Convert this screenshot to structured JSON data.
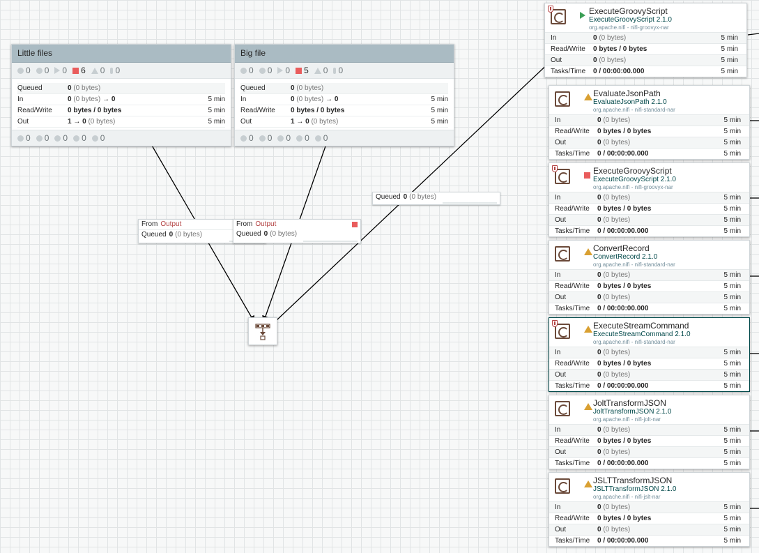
{
  "colors": {
    "accent": "#004849",
    "stopped": "#e95c5c",
    "running": "#3b9f56",
    "warning": "#d9a032"
  },
  "process_groups": [
    {
      "name": "Little files",
      "stats": {
        "transmitting": "0",
        "not_transmitting": "0",
        "running": "0",
        "stopped": "6",
        "invalid": "0",
        "disabled": "0"
      },
      "queued": {
        "label": "Queued",
        "count": "0",
        "size": "(0 bytes)"
      },
      "in": {
        "label": "In",
        "count": "0",
        "size": "(0 bytes)",
        "arrow": "→",
        "ports": "0",
        "time": "5 min"
      },
      "rw": {
        "label": "Read/Write",
        "value": "0 bytes / 0 bytes",
        "time": "5 min"
      },
      "out": {
        "label": "Out",
        "count": "1",
        "arrow": "→",
        "ports": "0",
        "size": "(0 bytes)",
        "time": "5 min"
      },
      "versions": {
        "up_to_date": "0",
        "locally_modified": "0",
        "stale": "0",
        "modified_stale": "0",
        "sync_failure": "0"
      }
    },
    {
      "name": "Big file",
      "stats": {
        "transmitting": "0",
        "not_transmitting": "0",
        "running": "0",
        "stopped": "5",
        "invalid": "0",
        "disabled": "0"
      },
      "queued": {
        "label": "Queued",
        "count": "0",
        "size": "(0 bytes)"
      },
      "in": {
        "label": "In",
        "count": "0",
        "size": "(0 bytes)",
        "arrow": "→",
        "ports": "0",
        "time": "5 min"
      },
      "rw": {
        "label": "Read/Write",
        "value": "0 bytes / 0 bytes",
        "time": "5 min"
      },
      "out": {
        "label": "Out",
        "count": "1",
        "arrow": "→",
        "ports": "0",
        "size": "(0 bytes)",
        "time": "5 min"
      },
      "versions": {
        "up_to_date": "0",
        "locally_modified": "0",
        "stale": "0",
        "modified_stale": "0",
        "sync_failure": "0"
      }
    }
  ],
  "connections": [
    {
      "from_label": "From",
      "from": "Output",
      "queued_label": "Queued",
      "count": "0",
      "size": "(0 bytes)"
    },
    {
      "from_label": "From",
      "from": "Output",
      "queued_label": "Queued",
      "count": "0",
      "size": "(0 bytes)"
    },
    {
      "queued_label": "Queued",
      "count": "0",
      "size": "(0 bytes)"
    }
  ],
  "processors": [
    {
      "name": "ExecuteGroovyScript",
      "type": "ExecuteGroovyScript 2.1.0",
      "bundle": "org.apache.nifi - nifi-groovyx-nar",
      "status": "running",
      "in_label": "In",
      "in": "0",
      "in_size": "(0 bytes)",
      "in_time": "5 min",
      "rw_label": "Read/Write",
      "rw": "0 bytes / 0 bytes",
      "rw_time": "5 min",
      "out_label": "Out",
      "out": "0",
      "out_size": "(0 bytes)",
      "out_time": "5 min",
      "tasks_label": "Tasks/Time",
      "tasks": "0 / 00:00:00.000",
      "tasks_time": "5 min"
    },
    {
      "name": "EvaluateJsonPath",
      "type": "EvaluateJsonPath 2.1.0",
      "bundle": "org.apache.nifi - nifi-standard-nar",
      "status": "invalid",
      "in_label": "In",
      "in": "0",
      "in_size": "(0 bytes)",
      "in_time": "5 min",
      "rw_label": "Read/Write",
      "rw": "0 bytes / 0 bytes",
      "rw_time": "5 min",
      "out_label": "Out",
      "out": "0",
      "out_size": "(0 bytes)",
      "out_time": "5 min",
      "tasks_label": "Tasks/Time",
      "tasks": "0 / 00:00:00.000",
      "tasks_time": "5 min"
    },
    {
      "name": "ExecuteGroovyScript",
      "type": "ExecuteGroovyScript 2.1.0",
      "bundle": "org.apache.nifi - nifi-groovyx-nar",
      "status": "stopped",
      "in_label": "In",
      "in": "0",
      "in_size": "(0 bytes)",
      "in_time": "5 min",
      "rw_label": "Read/Write",
      "rw": "0 bytes / 0 bytes",
      "rw_time": "5 min",
      "out_label": "Out",
      "out": "0",
      "out_size": "(0 bytes)",
      "out_time": "5 min",
      "tasks_label": "Tasks/Time",
      "tasks": "0 / 00:00:00.000",
      "tasks_time": "5 min"
    },
    {
      "name": "ConvertRecord",
      "type": "ConvertRecord 2.1.0",
      "bundle": "org.apache.nifi - nifi-standard-nar",
      "status": "invalid",
      "in_label": "In",
      "in": "0",
      "in_size": "(0 bytes)",
      "in_time": "5 min",
      "rw_label": "Read/Write",
      "rw": "0 bytes / 0 bytes",
      "rw_time": "5 min",
      "out_label": "Out",
      "out": "0",
      "out_size": "(0 bytes)",
      "out_time": "5 min",
      "tasks_label": "Tasks/Time",
      "tasks": "0 / 00:00:00.000",
      "tasks_time": "5 min"
    },
    {
      "name": "ExecuteStreamCommand",
      "type": "ExecuteStreamCommand 2.1.0",
      "bundle": "org.apache.nifi - nifi-standard-nar",
      "status": "invalid",
      "in_label": "In",
      "in": "0",
      "in_size": "(0 bytes)",
      "in_time": "5 min",
      "rw_label": "Read/Write",
      "rw": "0 bytes / 0 bytes",
      "rw_time": "5 min",
      "out_label": "Out",
      "out": "0",
      "out_size": "(0 bytes)",
      "out_time": "5 min",
      "tasks_label": "Tasks/Time",
      "tasks": "0 / 00:00:00.000",
      "tasks_time": "5 min"
    },
    {
      "name": "JoltTransformJSON",
      "type": "JoltTransformJSON 2.1.0",
      "bundle": "org.apache.nifi - nifi-jolt-nar",
      "status": "invalid",
      "in_label": "In",
      "in": "0",
      "in_size": "(0 bytes)",
      "in_time": "5 min",
      "rw_label": "Read/Write",
      "rw": "0 bytes / 0 bytes",
      "rw_time": "5 min",
      "out_label": "Out",
      "out": "0",
      "out_size": "(0 bytes)",
      "out_time": "5 min",
      "tasks_label": "Tasks/Time",
      "tasks": "0 / 00:00:00.000",
      "tasks_time": "5 min"
    },
    {
      "name": "JSLTTransformJSON",
      "type": "JSLTTransformJSON 2.1.0",
      "bundle": "org.apache.nifi - nifi-jslt-nar",
      "status": "invalid",
      "in_label": "In",
      "in": "0",
      "in_size": "(0 bytes)",
      "in_time": "5 min",
      "rw_label": "Read/Write",
      "rw": "0 bytes / 0 bytes",
      "rw_time": "5 min",
      "out_label": "Out",
      "out": "0",
      "out_size": "(0 bytes)",
      "out_time": "5 min",
      "tasks_label": "Tasks/Time",
      "tasks": "0 / 00:00:00.000",
      "tasks_time": "5 min"
    }
  ]
}
